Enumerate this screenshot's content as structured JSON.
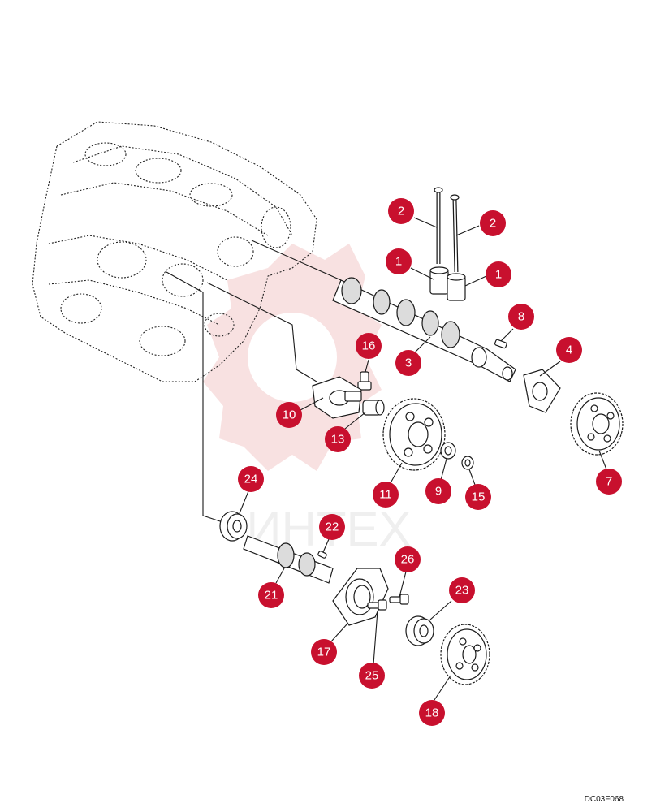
{
  "drawing": {
    "reference_code": "DC03F068",
    "watermark_text": "ИНТЕХ",
    "callout_color": "#c8102e",
    "watermark_color": "#f3c9c9"
  },
  "callouts": [
    {
      "id": "c2a",
      "label": "2"
    },
    {
      "id": "c2b",
      "label": "2"
    },
    {
      "id": "c1a",
      "label": "1"
    },
    {
      "id": "c1b",
      "label": "1"
    },
    {
      "id": "c8",
      "label": "8"
    },
    {
      "id": "c3",
      "label": "3"
    },
    {
      "id": "c4",
      "label": "4"
    },
    {
      "id": "c16",
      "label": "16"
    },
    {
      "id": "c10",
      "label": "10"
    },
    {
      "id": "c13",
      "label": "13"
    },
    {
      "id": "c11",
      "label": "11"
    },
    {
      "id": "c9",
      "label": "9"
    },
    {
      "id": "c15",
      "label": "15"
    },
    {
      "id": "c7",
      "label": "7"
    },
    {
      "id": "c24",
      "label": "24"
    },
    {
      "id": "c22",
      "label": "22"
    },
    {
      "id": "c26",
      "label": "26"
    },
    {
      "id": "c21",
      "label": "21"
    },
    {
      "id": "c23",
      "label": "23"
    },
    {
      "id": "c17",
      "label": "17"
    },
    {
      "id": "c25",
      "label": "25"
    },
    {
      "id": "c18",
      "label": "18"
    }
  ]
}
